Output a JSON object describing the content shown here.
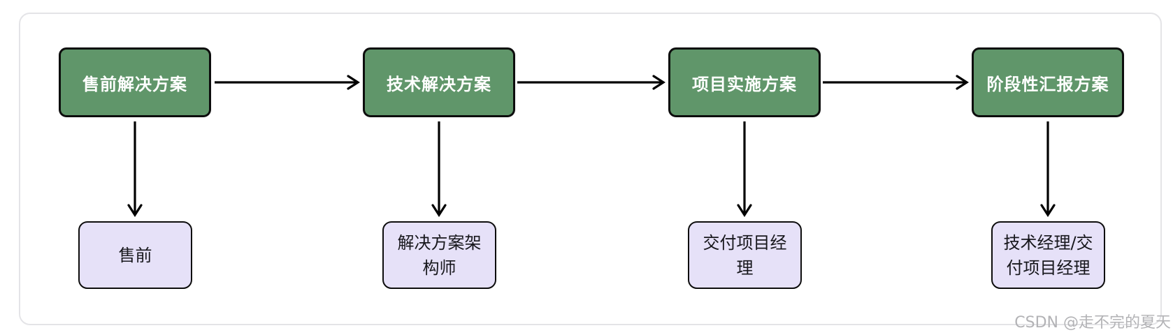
{
  "diagram": {
    "type": "flowchart",
    "direction": "four plan stages flow left-to-right; each plan maps down to a responsible role",
    "columns": [
      {
        "plan": "售前解决方案",
        "role": "售前"
      },
      {
        "plan": "技术解决方案",
        "role": "解决方案架构师"
      },
      {
        "plan": "项目实施方案",
        "role": "交付项目经理"
      },
      {
        "plan": "阶段性汇报方案",
        "role": "技术经理/交付项目经理"
      }
    ],
    "connections": {
      "horizontal": [
        "plan1→plan2",
        "plan2→plan3",
        "plan3→plan4"
      ],
      "vertical": [
        "plan1→role1",
        "plan2→role2",
        "plan3→role3",
        "plan4→role4"
      ]
    }
  },
  "colors": {
    "plan_fill": "#60966a",
    "plan_text": "#ffffff",
    "role_fill": "#e6e1f8",
    "role_text": "#17171c",
    "node_border": "#0d0d0d",
    "arrow": "#000000",
    "frame_border": "#e4e4e7",
    "background": "#ffffff",
    "watermark_text": "#b3b3b6"
  },
  "watermark": "CSDN @走不完的夏天"
}
